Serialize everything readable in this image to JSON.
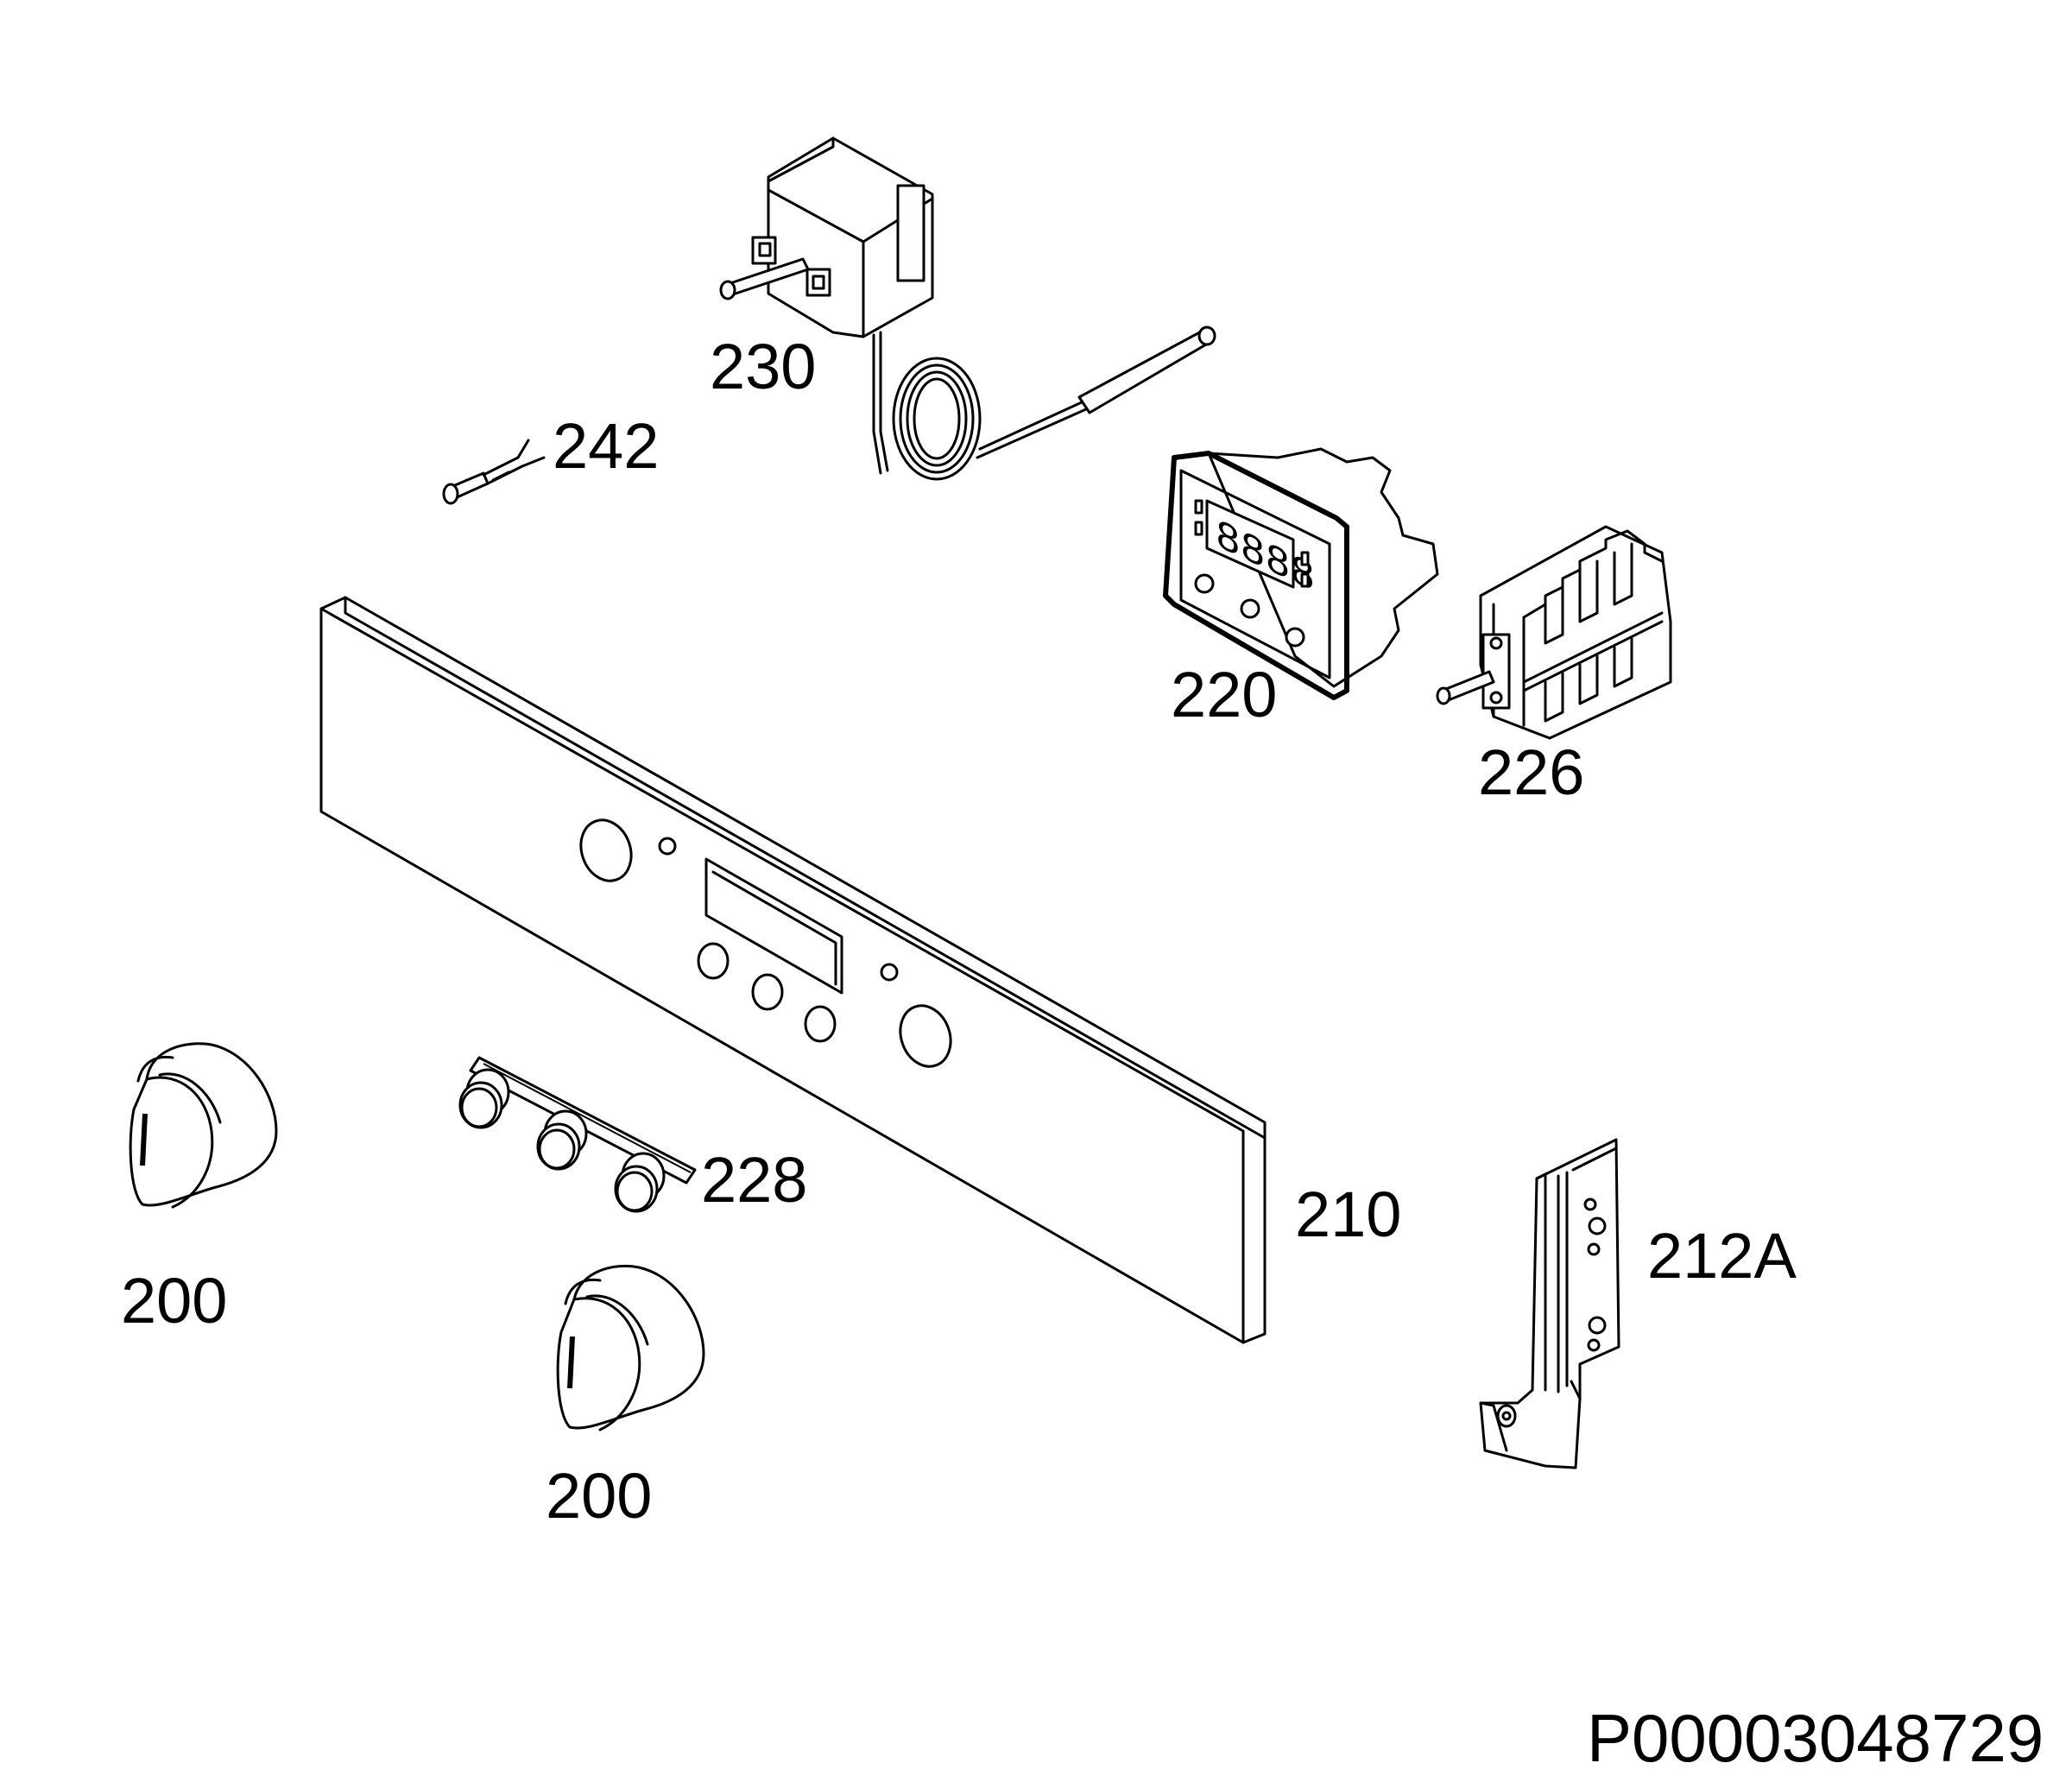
{
  "diagram": {
    "labels": {
      "thermostat": "230",
      "lamp": "242",
      "timer": "220",
      "selector_switch": "226",
      "control_panel": "210",
      "buttons": "228",
      "bracket": "212A",
      "knob_left": "200",
      "knob_bottom": "200"
    },
    "document_id": "P00003048729"
  }
}
